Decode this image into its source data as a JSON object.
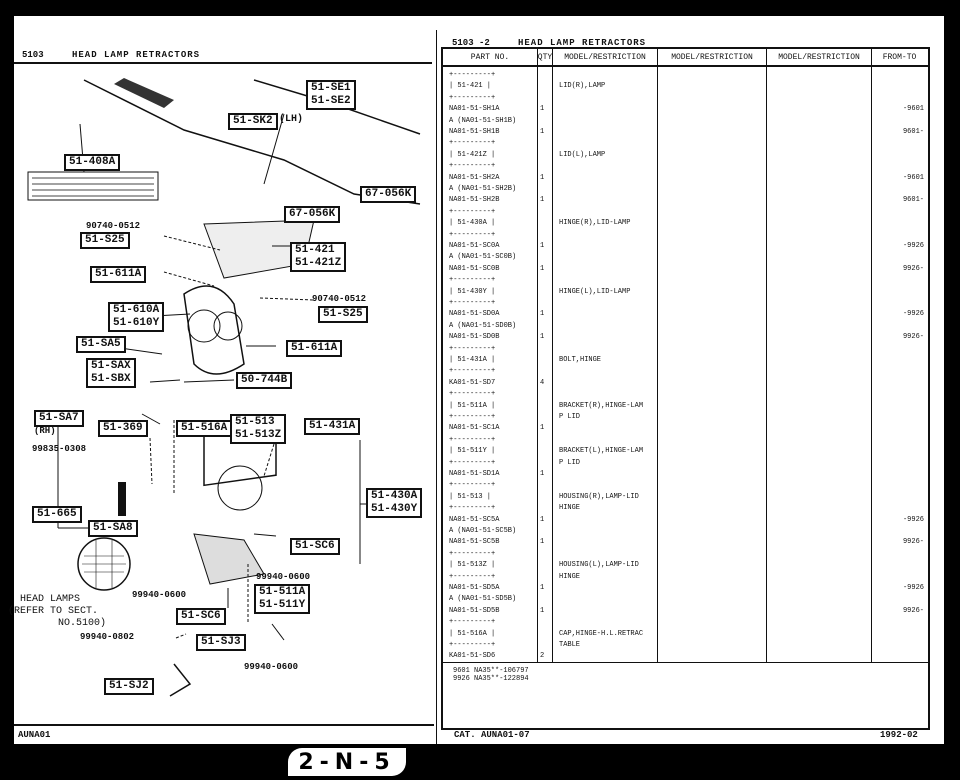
{
  "left_page": {
    "code": "5103",
    "title": "HEAD LAMP RETRACTORS",
    "footer": "AUNA01"
  },
  "right_page": {
    "code": "5103 -2",
    "title": "HEAD LAMP RETRACTORS",
    "footer_left": "CAT. AUNA01-07",
    "footer_right": "1992-02"
  },
  "diagram": {
    "refs": [
      {
        "id": "r1",
        "text": "51-SE1\n51-SE2"
      },
      {
        "id": "r2",
        "text": "51-SK2"
      },
      {
        "id": "r3",
        "text": "51-408A"
      },
      {
        "id": "r4",
        "text": "67-056K"
      },
      {
        "id": "r5",
        "text": "67-056K"
      },
      {
        "id": "r6",
        "text": "51-S25"
      },
      {
        "id": "r7",
        "text": "51-421\n51-421Z"
      },
      {
        "id": "r8",
        "text": "51-611A"
      },
      {
        "id": "r9",
        "text": "51-610A\n51-610Y"
      },
      {
        "id": "r10",
        "text": "51-S25"
      },
      {
        "id": "r11",
        "text": "51-611A"
      },
      {
        "id": "r12",
        "text": "51-SA5"
      },
      {
        "id": "r13",
        "text": "51-SAX\n51-SBX"
      },
      {
        "id": "r14",
        "text": "50-744B"
      },
      {
        "id": "r15",
        "text": "51-SA7"
      },
      {
        "id": "r16",
        "text": "51-369"
      },
      {
        "id": "r17",
        "text": "51-516A"
      },
      {
        "id": "r18",
        "text": "51-513\n51-513Z"
      },
      {
        "id": "r19",
        "text": "51-431A"
      },
      {
        "id": "r20",
        "text": "51-430A\n51-430Y"
      },
      {
        "id": "r21",
        "text": "51-665"
      },
      {
        "id": "r22",
        "text": "51-SA8"
      },
      {
        "id": "r23",
        "text": "51-SC6"
      },
      {
        "id": "r24",
        "text": "51-511A\n51-511Y"
      },
      {
        "id": "r25",
        "text": "51-SC6"
      },
      {
        "id": "r26",
        "text": "51-SJ3"
      },
      {
        "id": "r27",
        "text": "51-SJ2"
      }
    ],
    "callouts": {
      "lh": "(LH)",
      "rh": "(RH)",
      "part1": "90740-0512",
      "part2": "90740-0512",
      "part3": "99835-0308",
      "part4": "99940-0600",
      "part5": "99940-0600",
      "part6": "99940-0802",
      "part7": "99940-0600",
      "headlamps": "HEAD LAMPS",
      "refer": "(REFER TO SECT.",
      "refer2": "NO.5100)"
    }
  },
  "table": {
    "headers": [
      "PART NO.",
      "QTY",
      "MODEL/RESTRICTION",
      "MODEL/RESTRICTION",
      "MODEL/RESTRICTION",
      "FROM-TO"
    ],
    "rows": [
      {
        "t": "+---------+"
      },
      {
        "t": "| 51-421  |",
        "desc": "LID(R),LAMP"
      },
      {
        "t": "+---------+"
      },
      {
        "t": "NA01-51-SH1A",
        "qty": "1",
        "ft": "-9601"
      },
      {
        "t": "A (NA01-51-SH1B)"
      },
      {
        "t": "NA01-51-SH1B",
        "qty": "1",
        "ft": "9601-"
      },
      {
        "t": "+---------+"
      },
      {
        "t": "| 51-421Z |",
        "desc": "LID(L),LAMP"
      },
      {
        "t": "+---------+"
      },
      {
        "t": "NA01-51-SH2A",
        "qty": "1",
        "ft": "-9601"
      },
      {
        "t": "A (NA01-51-SH2B)"
      },
      {
        "t": "NA01-51-SH2B",
        "qty": "1",
        "ft": "9601-"
      },
      {
        "t": "+---------+"
      },
      {
        "t": "| 51-430A |",
        "desc": "HINGE(R),LID-LAMP"
      },
      {
        "t": "+---------+"
      },
      {
        "t": "NA01-51-SC0A",
        "qty": "1",
        "ft": "-9926"
      },
      {
        "t": "A (NA01-51-SC0B)"
      },
      {
        "t": "NA01-51-SC0B",
        "qty": "1",
        "ft": "9926-"
      },
      {
        "t": "+---------+"
      },
      {
        "t": "| 51-430Y |",
        "desc": "HINGE(L),LID-LAMP"
      },
      {
        "t": "+---------+"
      },
      {
        "t": "NA01-51-SD0A",
        "qty": "1",
        "ft": "-9926"
      },
      {
        "t": "A (NA01-51-SD0B)"
      },
      {
        "t": "NA01-51-SD0B",
        "qty": "1",
        "ft": "9926-"
      },
      {
        "t": "+---------+"
      },
      {
        "t": "| 51-431A |",
        "desc": "BOLT,HINGE"
      },
      {
        "t": "+---------+"
      },
      {
        "t": "KA01-51-SD7",
        "qty": "4"
      },
      {
        "t": "+---------+"
      },
      {
        "t": "| 51-511A |",
        "desc": "BRACKET(R),HINGE-LAM"
      },
      {
        "t": "+---------+",
        "desc": "P LID"
      },
      {
        "t": "NA01-51-SC1A",
        "qty": "1"
      },
      {
        "t": "+---------+"
      },
      {
        "t": "| 51-511Y |",
        "desc": "BRACKET(L),HINGE-LAM"
      },
      {
        "t": "+---------+",
        "desc": "P LID"
      },
      {
        "t": "NA01-51-SD1A",
        "qty": "1"
      },
      {
        "t": "+---------+"
      },
      {
        "t": "| 51-513  |",
        "desc": "HOUSING(R),LAMP-LID"
      },
      {
        "t": "+---------+",
        "desc": "HINGE"
      },
      {
        "t": "NA01-51-SC5A",
        "qty": "1",
        "ft": "-9926"
      },
      {
        "t": "A (NA01-51-SC5B)"
      },
      {
        "t": "NA01-51-SC5B",
        "qty": "1",
        "ft": "9926-"
      },
      {
        "t": "+---------+"
      },
      {
        "t": "| 51-513Z |",
        "desc": "HOUSING(L),LAMP-LID"
      },
      {
        "t": "+---------+",
        "desc": "HINGE"
      },
      {
        "t": "NA01-51-SD5A",
        "qty": "1",
        "ft": "-9926"
      },
      {
        "t": "A (NA01-51-SD5B)"
      },
      {
        "t": "NA01-51-SD5B",
        "qty": "1",
        "ft": "9926-"
      },
      {
        "t": "+---------+"
      },
      {
        "t": "| 51-516A |",
        "desc": "CAP,HINGE-H.L.RETRAC"
      },
      {
        "t": "+---------+",
        "desc": "TABLE"
      },
      {
        "t": "KA01-51-SD6",
        "qty": "2"
      }
    ],
    "footnotes": [
      "9601 NA35**-106797",
      "9926 NA35**-122894"
    ]
  },
  "badge": "2-N-5"
}
